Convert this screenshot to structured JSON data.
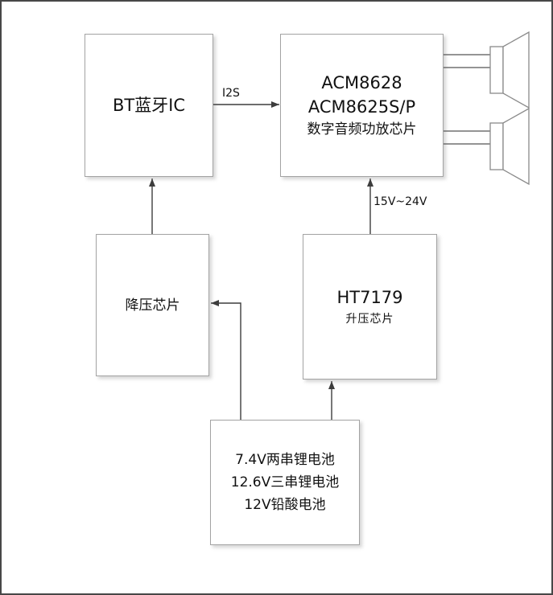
{
  "page": {
    "background": "#ffffff",
    "border_color": "#474747"
  },
  "nodes": {
    "bt": {
      "label": "BT蓝牙IC"
    },
    "amp": {
      "lines": [
        "ACM8628",
        "ACM8625S/P",
        "数字音频功放芯片"
      ]
    },
    "buck": {
      "label": "降压芯片"
    },
    "boost": {
      "title": "HT7179",
      "subtitle": "升压芯片"
    },
    "battery": {
      "lines": [
        "7.4V两串锂电池",
        "12.6V三串锂电池",
        "12V铅酸电池"
      ]
    }
  },
  "edge_labels": {
    "i2s": "I2S",
    "boost_output": "15V~24V"
  },
  "icons": {
    "speaker_top": "speaker-icon",
    "speaker_bottom": "speaker-icon"
  },
  "colors": {
    "connector": "#3d3d3d",
    "box_border": "#a3a3a3",
    "speaker_stroke": "#8a8a8a",
    "text": "#111111"
  }
}
